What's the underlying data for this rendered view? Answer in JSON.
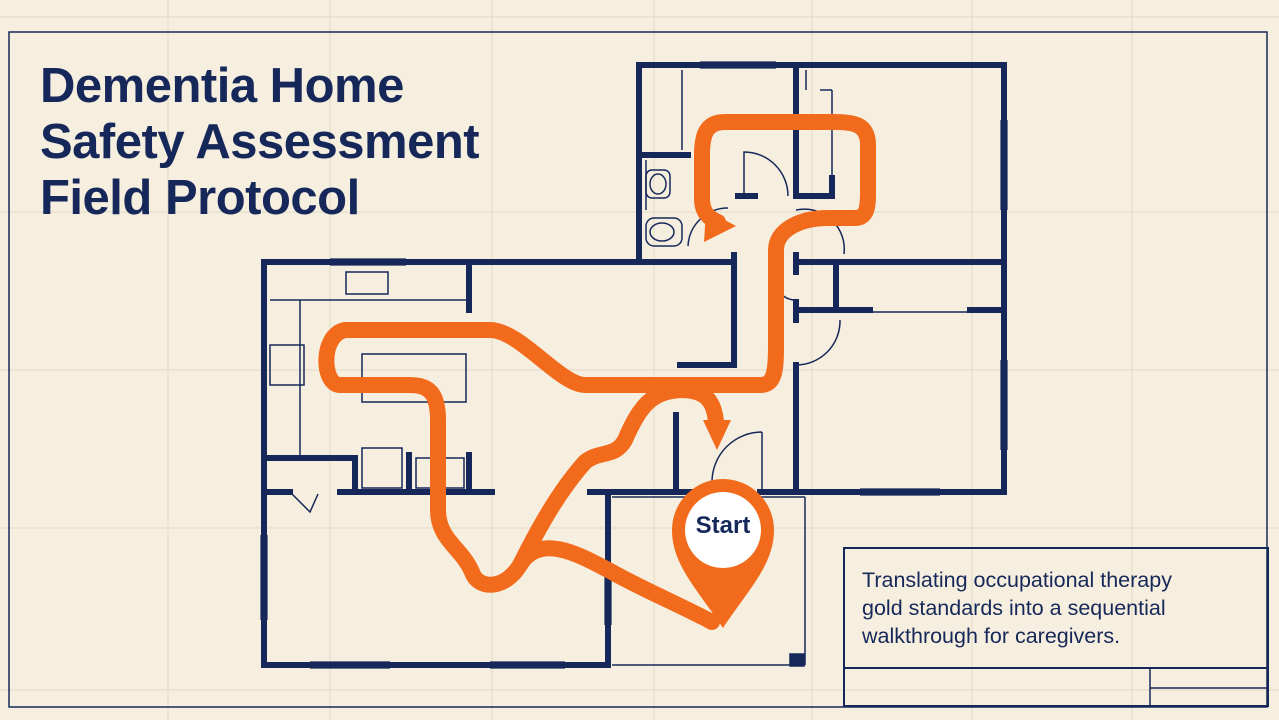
{
  "title": {
    "lines": [
      "Dementia Home",
      "Safety Assessment",
      "Field Protocol"
    ]
  },
  "marker": {
    "label": "Start"
  },
  "caption": {
    "lines": [
      "Translating occupational therapy",
      "gold standards into a sequential",
      "walkthrough for caregivers."
    ]
  },
  "colors": {
    "background": "#f6efdf",
    "ink": "#16285a",
    "route": "#f26b1d"
  }
}
